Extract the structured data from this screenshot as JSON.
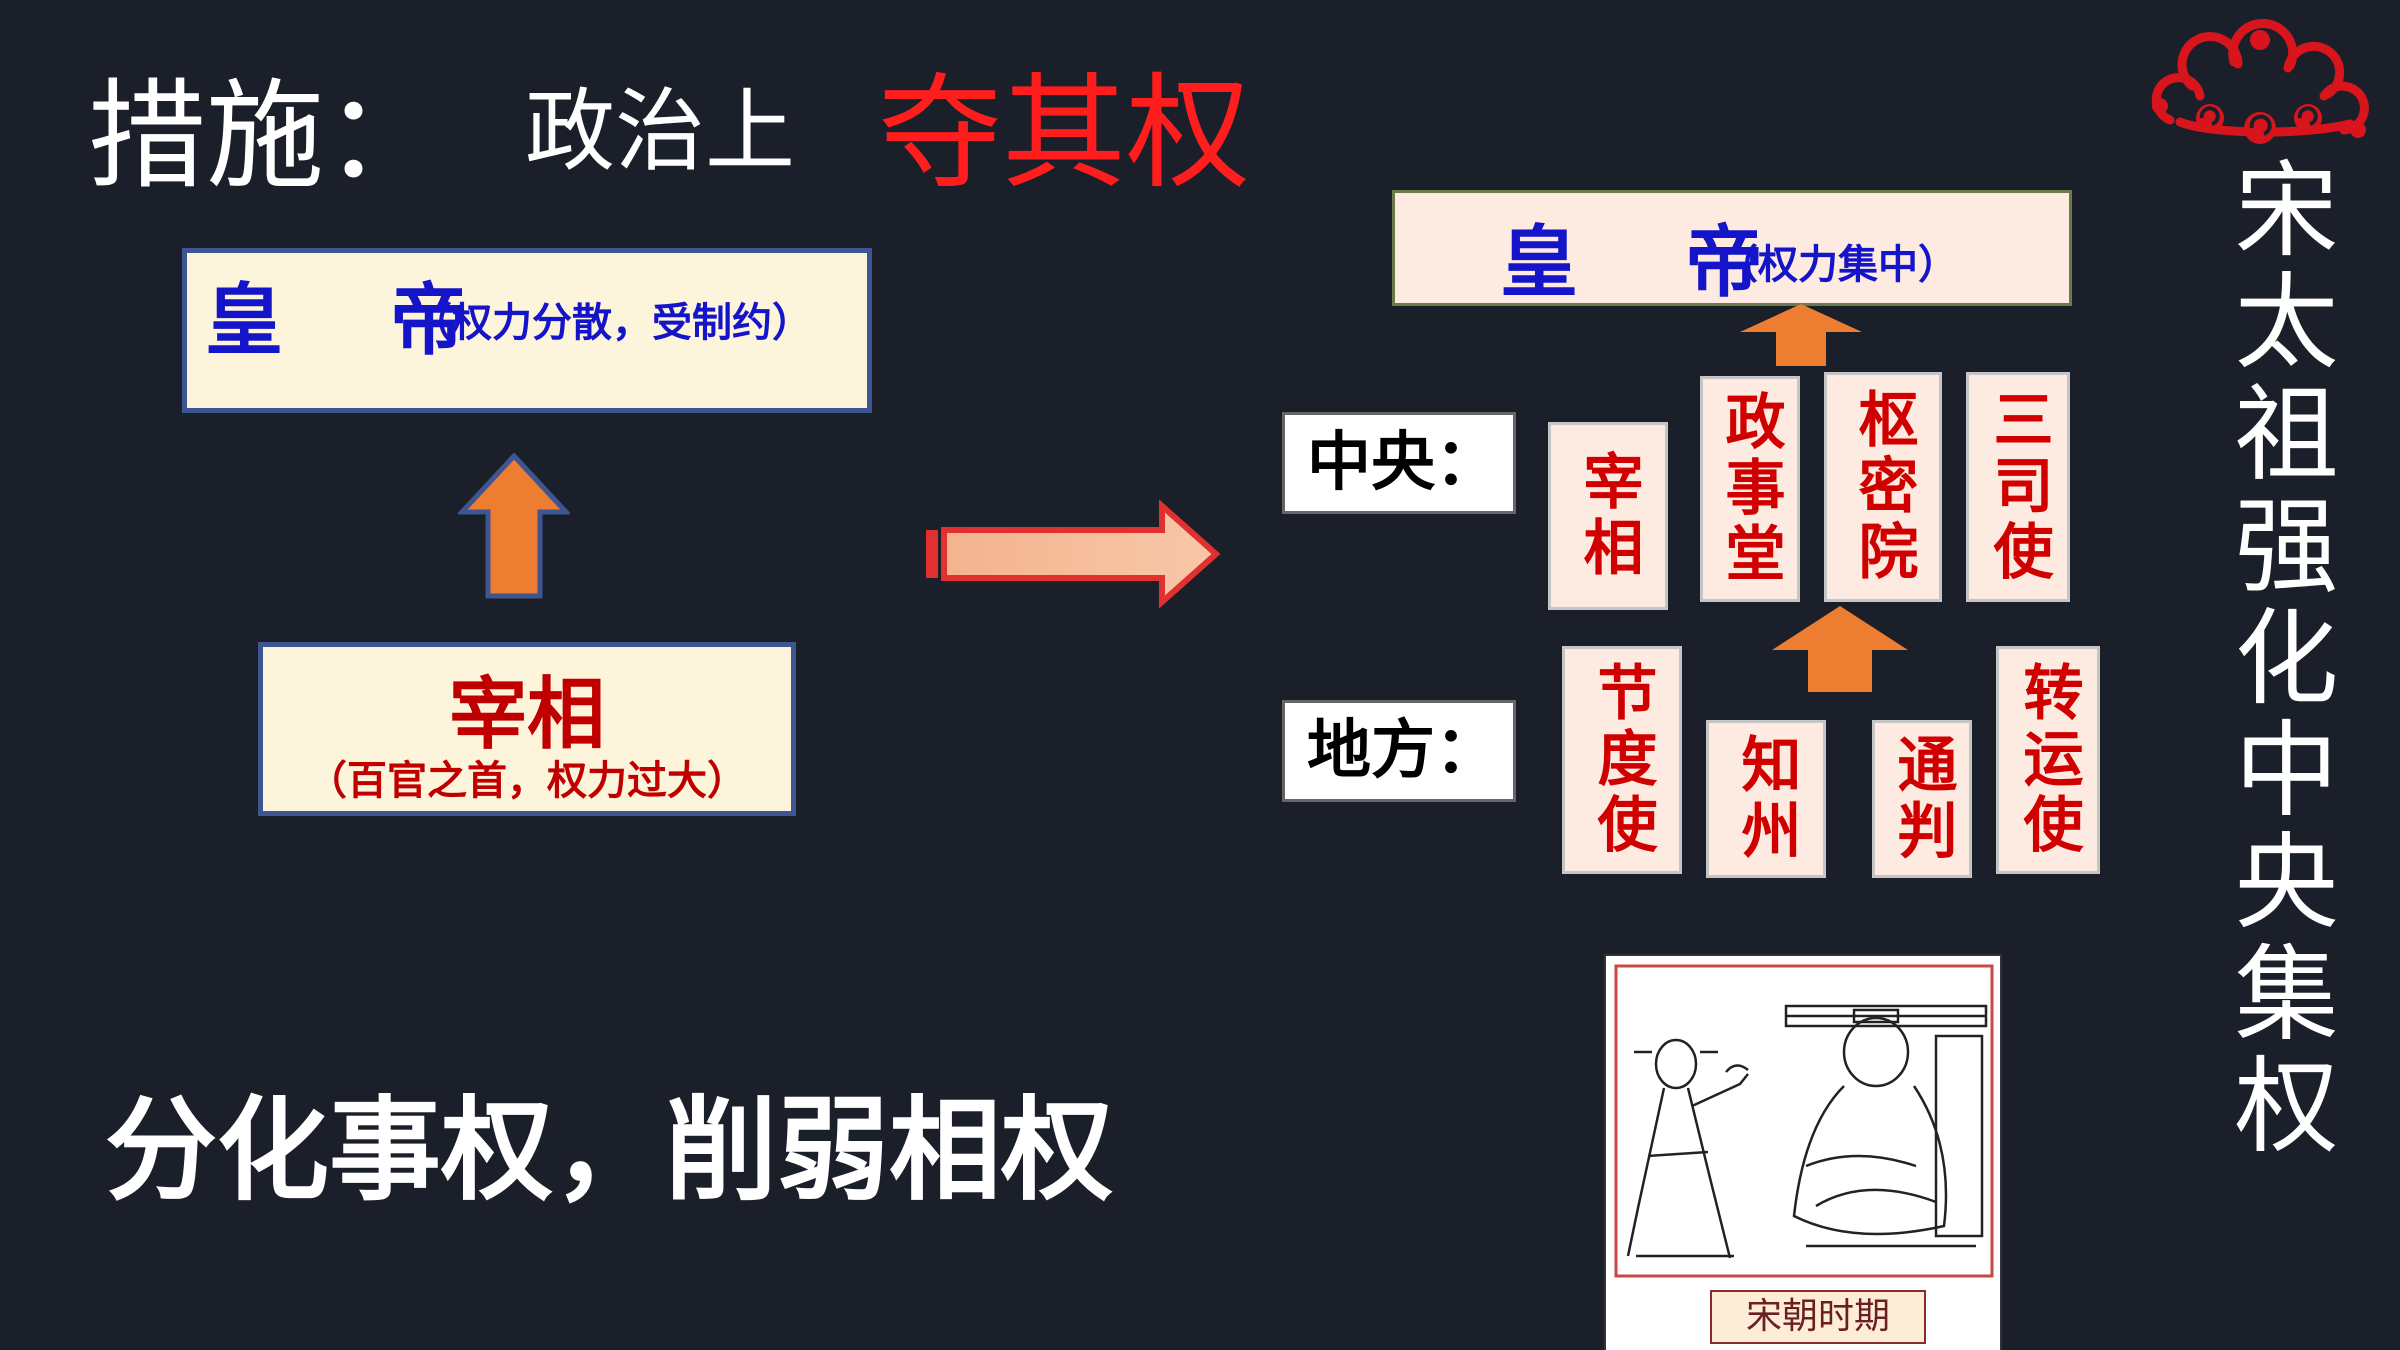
{
  "title": {
    "label": "措施：",
    "aspect": "政治上",
    "highlight": "夺其权"
  },
  "left_diagram": {
    "emperor": "皇 帝",
    "emperor_note": "（权力分散，受制约）",
    "chancellor": "宰相",
    "chancellor_note": "（百官之首，权力过大）"
  },
  "right_diagram": {
    "emperor": "皇 帝",
    "emperor_note": "（权力集中）",
    "central_label": "中央：",
    "local_label": "地方：",
    "central_offices": [
      "宰相",
      "政事堂",
      "枢密院",
      "三司使"
    ],
    "local_offices": [
      "节度使",
      "知州",
      "通判",
      "转运使"
    ]
  },
  "side_title": "宋太祖强化中央集权",
  "slogan": "分化事权，削弱相权",
  "picture": {
    "caption": "宋朝时期"
  },
  "colors": {
    "background": "#1b1f2a",
    "emphasis_red": "#ff1d1d",
    "emperor_blue": "#1414c8",
    "arrow_orange": "#ed7d31"
  }
}
